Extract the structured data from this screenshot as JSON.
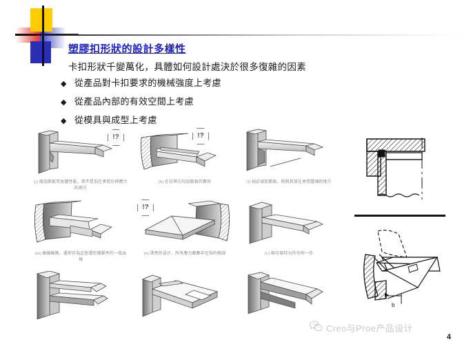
{
  "slide": {
    "heading": "塑膠扣形狀的設計多樣性",
    "subtitle": "卡扣形狀千變萬化，具體如何設計處決於很多復雜的因素",
    "bullets": [
      {
        "marker": "◆",
        "text": "從產品對卡扣要求的機械強度上考慮"
      },
      {
        "marker": "◆",
        "text": "從產品內部的有效空間上考慮"
      },
      {
        "marker": "◆",
        "text": "從模具與成型上考慮"
      }
    ],
    "page_number": "4"
  },
  "logo": {
    "name": "office-squares-logo",
    "colors": {
      "yellow": "#FFCC00",
      "red": "#E8453C",
      "blue": "#2B2FB5",
      "bar": "#111111"
    }
  },
  "theme": {
    "heading_color": "#2020C0",
    "body_color": "#1a1a1a",
    "watermark_color": "#c9c9c9",
    "rule_color": "#1a1a1a"
  },
  "figures": {
    "badge_label": "!?",
    "cells": [
      {
        "id": "j",
        "badge": true,
        "caption": "(j) 增加筋板可改變性能，但不是加在承受拉伸應力的地方"
      },
      {
        "id": "k",
        "badge": true,
        "caption": "(k) 在拉伸方向加筋板的實例"
      },
      {
        "id": "l",
        "badge": false,
        "caption": "(l) 如必須加筋板，則將其放在承受壓縮的地方"
      },
      {
        "id": "m",
        "badge": false,
        "caption": "(m) 曲線截面，通常作為这些環形箍緊件的一段出現"
      },
      {
        "id": "n",
        "badge": true,
        "caption": "(n) 漂亮的设计，所有應力都集中在钩的根部"
      },
      {
        "id": "o",
        "badge": false,
        "caption": "(o) 鉤与保持元作为同一作"
      },
      {
        "id": "p",
        "badge": false,
        "caption": ""
      },
      {
        "id": "q",
        "badge": false,
        "caption": ""
      },
      {
        "id": "r",
        "badge": false,
        "caption": ""
      }
    ]
  },
  "tech_drawings": {
    "top": {
      "name": "snap-fit-cross-section",
      "description": "hatched cross-section of snap hook in housing"
    },
    "bottom": {
      "name": "snap-fit-isometric-section",
      "description": "isometric sectioned snap-fit detail with dimension leader"
    },
    "divider": "solid-black-rule"
  },
  "footer": {
    "watermark_text": "Creo与Proe产品设计",
    "icon": "wechat-icon"
  }
}
